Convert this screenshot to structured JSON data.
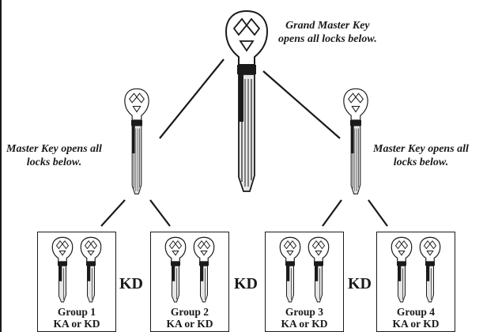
{
  "grand_master": {
    "line1": "Grand Master Key",
    "line2": "opens all locks below."
  },
  "master_left": {
    "line1": "Master Key opens all",
    "line2": "locks below."
  },
  "master_right": {
    "line1": "Master Key opens all",
    "line2": "locks below."
  },
  "groups": [
    {
      "name": "Group 1",
      "mode": "KA or KD"
    },
    {
      "name": "Group 2",
      "mode": "KA or KD"
    },
    {
      "name": "Group 3",
      "mode": "KA or KD"
    },
    {
      "name": "Group 4",
      "mode": "KA or KD"
    }
  ],
  "separators": [
    "KD",
    "KD",
    "KD"
  ],
  "colors": {
    "ink": "#1a1a1a",
    "key_fill": "#ffffff",
    "key_blade": "#e6e6e6"
  }
}
